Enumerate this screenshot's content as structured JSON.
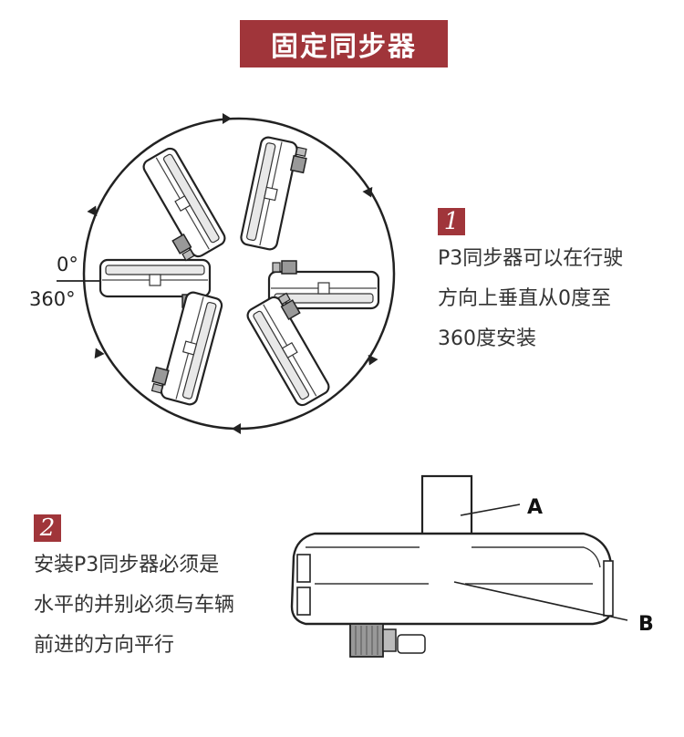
{
  "title": "固定同步器",
  "section1": {
    "badge": "1",
    "lines": [
      "P3同步器可以在行驶",
      "方向上垂直从0度至",
      "360度安装"
    ],
    "angle_top": "0°",
    "angle_bottom": "360°"
  },
  "section2": {
    "badge": "2",
    "lines": [
      "安装P3同步器必须是",
      "水平的并别必须与车辆",
      "前进的方向平行"
    ],
    "label_a": "A",
    "label_b": "B"
  },
  "colors": {
    "accent": "#a0353a"
  }
}
